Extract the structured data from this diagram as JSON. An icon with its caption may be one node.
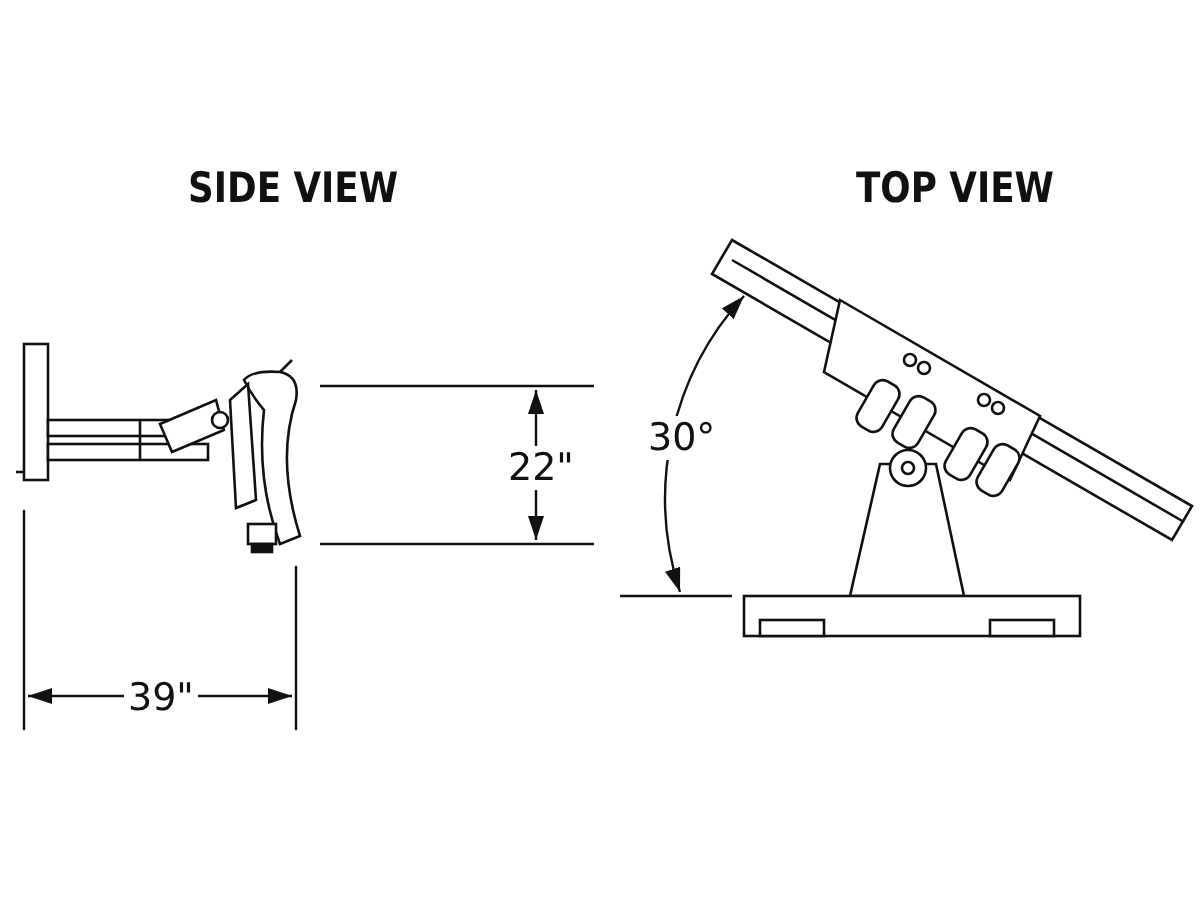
{
  "diagram": {
    "labels": [
      "SIDE VIEW",
      "TOP VIEW",
      "22\"",
      "39\"",
      "30°"
    ]
  }
}
